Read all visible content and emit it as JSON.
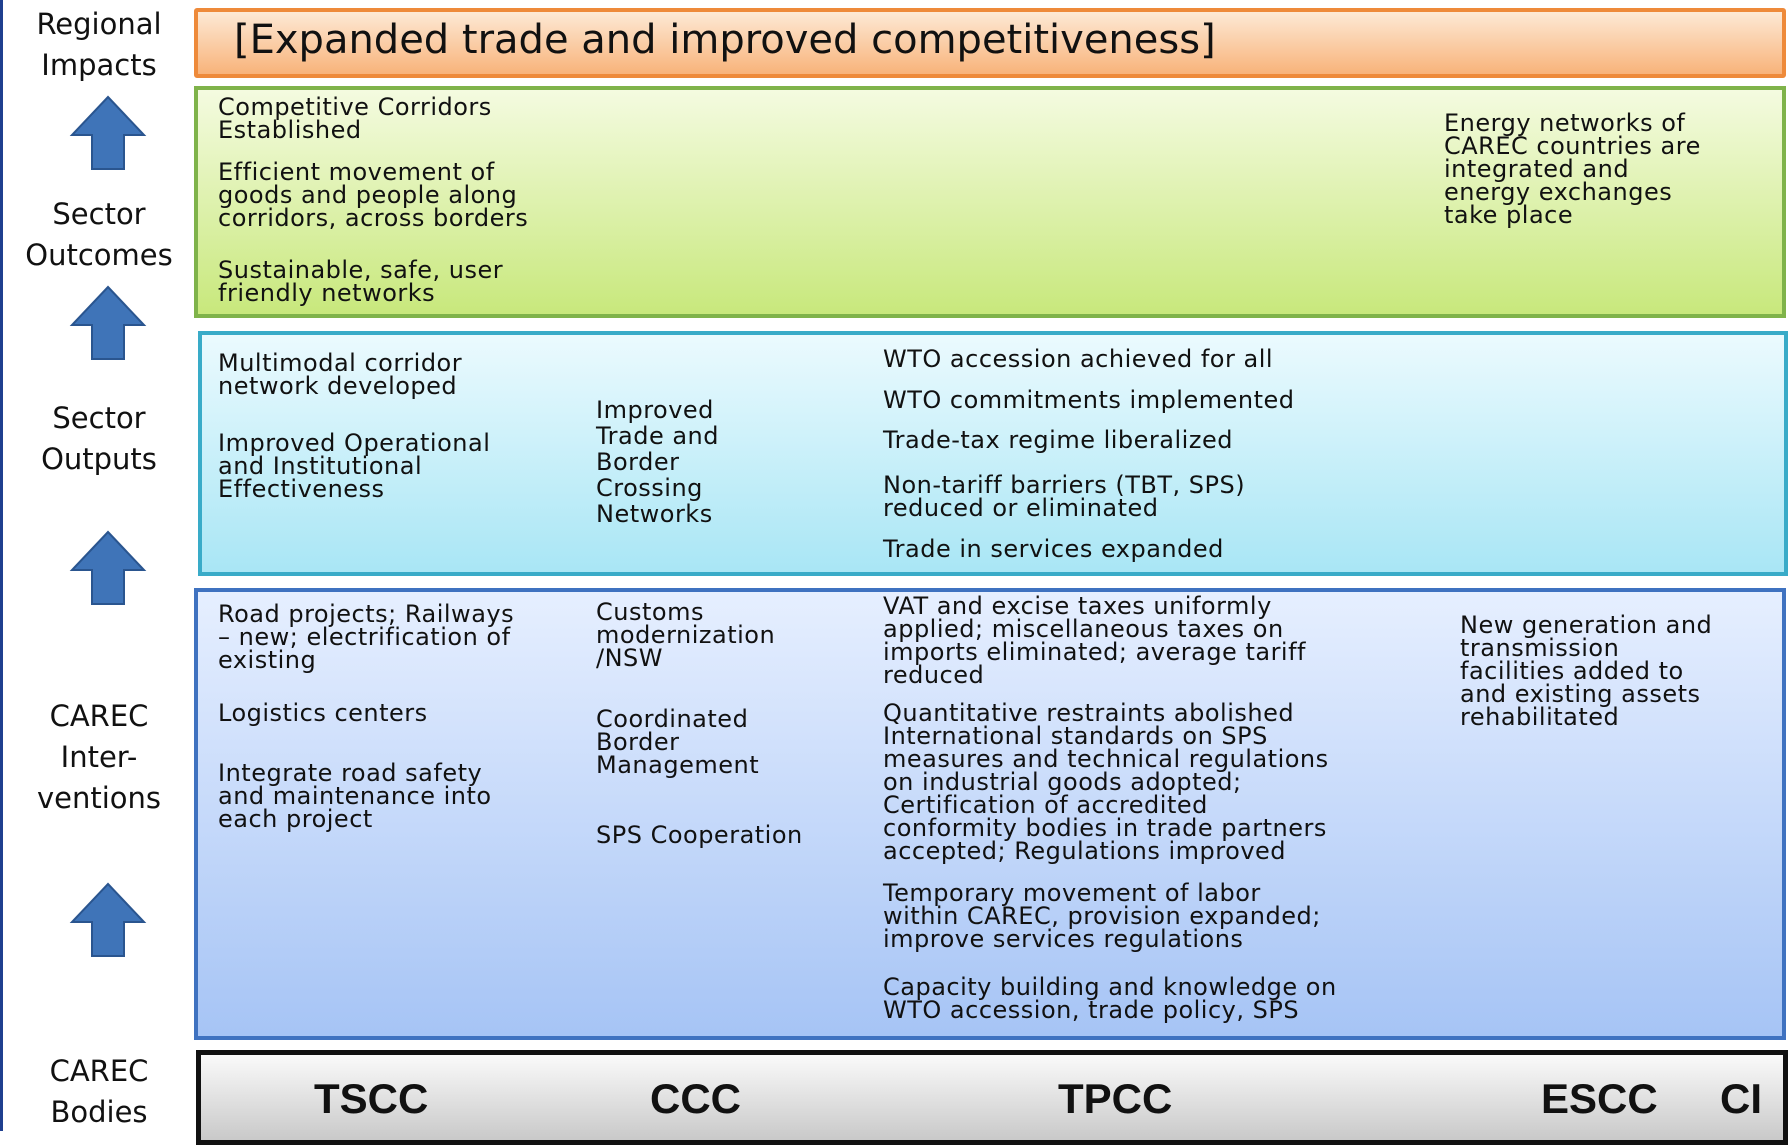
{
  "row_labels": {
    "regional_impacts": "Regional\nImpacts",
    "sector_outcomes": "Sector\nOutcomes",
    "sector_outputs": "Sector\nOutputs",
    "carec_interventions": "CAREC\nInter-\nventions",
    "carec_bodies": "CAREC\nBodies"
  },
  "regional_impact": "[Expanded trade and improved competitiveness]",
  "sector_outcomes": {
    "transport": [
      "Competitive Corridors\nEstablished",
      "Efficient movement of\ngoods and people along\ncorridors, across borders",
      "Sustainable, safe, user\nfriendly networks"
    ],
    "energy": "Energy networks of\nCAREC countries are\nintegrated and\nenergy exchanges\ntake place"
  },
  "sector_outputs": {
    "transport": [
      "Multimodal corridor\nnetwork developed",
      "Improved Operational\nand Institutional\nEffectiveness"
    ],
    "customs": "Improved\nTrade and\nBorder\nCrossing\nNetworks",
    "trade_policy": [
      "WTO accession achieved for all",
      "WTO commitments implemented",
      "Trade-tax regime liberalized",
      "Non-tariff barriers (TBT, SPS)\nreduced or eliminated",
      "Trade in services expanded"
    ]
  },
  "interventions": {
    "transport": [
      "Road projects; Railways\n– new; electrification of\nexisting",
      "Logistics centers",
      "Integrate road safety\nand maintenance into\neach project"
    ],
    "customs": [
      "Customs\nmodernization\n/NSW",
      "Coordinated\nBorder\nManagement",
      "SPS Cooperation"
    ],
    "trade_policy": [
      "VAT and excise taxes uniformly\napplied; miscellaneous taxes on\nimports eliminated; average tariff\nreduced",
      "Quantitative restraints abolished\nInternational standards on SPS\nmeasures and technical regulations\non industrial goods adopted;\nCertification of accredited\nconformity bodies in trade partners\naccepted; Regulations improved",
      "Temporary movement of labor\nwithin CAREC, provision expanded;\nimprove services regulations",
      "Capacity building and knowledge on\nWTO accession, trade policy, SPS"
    ],
    "energy": "New generation and\ntransmission\nfacilities added to\nand existing assets\nrehabilitated"
  },
  "carec_bodies": [
    "TSCC",
    "CCC",
    "TPCC",
    "ESCC",
    "CI"
  ],
  "colors": {
    "impacts_border": "#ee8a3a",
    "outcomes_border": "#7fb34a",
    "outputs_border": "#39abc8",
    "interventions_border": "#3f72c0",
    "arrow_fill": "#3f74b8"
  }
}
